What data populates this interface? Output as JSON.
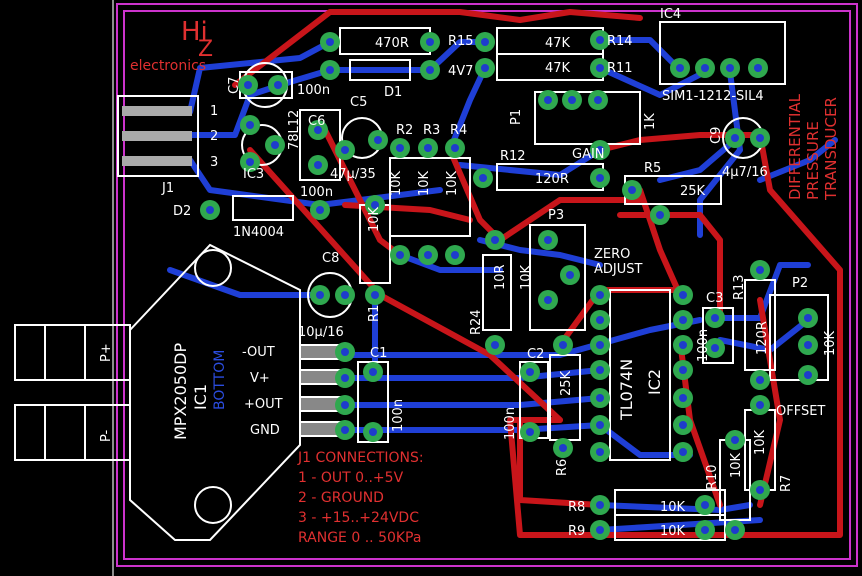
{
  "logo": {
    "mark_top": "Hi",
    "mark_bottom": "Z",
    "text": "electronics"
  },
  "title": {
    "line1": "DIFFERENTIAL",
    "line2": "PRESSURE",
    "line3": "TRANSDUCER"
  },
  "sensor": {
    "part": "MPX2050DP",
    "ref": "IC1",
    "side": "BOTTOM",
    "pin_out_neg": "-OUT",
    "pin_vplus": "V+",
    "pin_out_pos": "+OUT",
    "pin_gnd": "GND",
    "port_plus": "P+",
    "port_minus": "P-"
  },
  "labels": {
    "r15_value": "470R",
    "r15": "R15",
    "z_value": "4V7",
    "d1": "D1",
    "r14_value": "47K",
    "r14": "R14",
    "r11_value": "47K",
    "r11": "R11",
    "ic4": "IC4",
    "ic4_part": "SIM1-1212-SIL4",
    "c7": "C7",
    "c7_value": "100n",
    "c5": "C5",
    "c6": "C6",
    "c6_value": "100n",
    "c5_value": "47µ/35",
    "reg": "78L12",
    "ic3": "IC3",
    "r2": "R2",
    "r3": "R3",
    "r4": "R4",
    "r2_value": "10K",
    "r3_value": "10K",
    "r4_value": "10K",
    "r1_value": "10K",
    "r1": "R1",
    "p1": "P1",
    "gain": "GAIN",
    "p1_value": "1K",
    "r12": "R12",
    "r12_value": "120R",
    "r5": "R5",
    "r5_value": "25K",
    "c9": "C9",
    "c9_value": "4µ7/16",
    "d2": "D2",
    "d2_value": "1N4004",
    "j1": "J1",
    "pin1": "1",
    "pin2": "2",
    "pin3": "3",
    "p3": "P3",
    "zero": "ZERO",
    "adjust": "ADJUST",
    "r24_value": "10R",
    "p3_value": "10K",
    "r24": "R24",
    "c8": "C8",
    "c8_value": "10µ/16",
    "c1": "C1",
    "c1_value": "100n",
    "c2": "C2",
    "c2_value": "100n",
    "r6_value": "25K",
    "r6": "R6",
    "ic2_part": "TL074N",
    "ic2": "IC2",
    "c3": "C3",
    "c3_value": "100n",
    "r13": "R13",
    "r13_value": "120R",
    "p2": "P2",
    "p2_value": "10K",
    "offset": "OFFSET",
    "r7_value": "10K",
    "r7": "R7",
    "r10_value": "10K",
    "r10": "R10",
    "r8": "R8",
    "r9": "R9",
    "r8_value": "10K",
    "r9_value": "10K"
  },
  "notes": [
    "J1 CONNECTIONS:",
    "1 - OUT 0..+5V",
    "2 - GROUND",
    "3 - +15..+24VDC",
    "RANGE 0 .. 50KPa"
  ],
  "colors": {
    "pad_ring": "#2fa84f",
    "pad_hole": "#1e3ccc",
    "silk": "#ffffff",
    "top_copper": "#c8151a",
    "bottom_copper": "#1f3fd6",
    "board_outline": "#cc33cc"
  }
}
